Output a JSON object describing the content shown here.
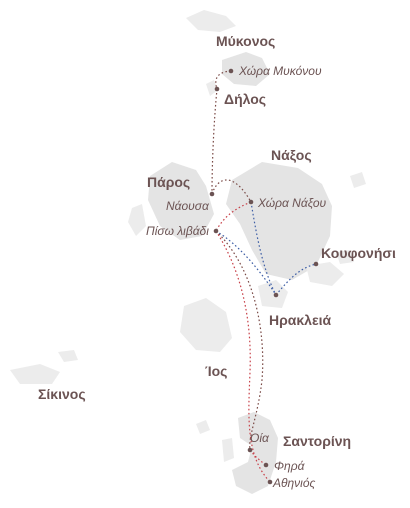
{
  "islands": {
    "mykonos": "Μύκονος",
    "delos": "Δήλος",
    "naxos": "Νάξος",
    "paros": "Πάρος",
    "koufonisi": "Κουφονήσι",
    "iraklia": "Ηρακλειά",
    "ios": "Ίος",
    "sikinos": "Σίκινος",
    "santorini": "Σαντορίνη"
  },
  "towns": {
    "chora_mykonou": "Χώρα Μυκόνου",
    "naousa": "Νάουσα",
    "chora_naxou": "Χώρα Νάξου",
    "piso_livadi": "Πίσω λιβάδι",
    "oia": "Οία",
    "fira": "Φηρά",
    "athinios": "Αθηνιός"
  },
  "colors": {
    "label": "#6b5353",
    "land": "#e4e4e4",
    "route_brown": "#7a4a46",
    "route_red": "#c8424a",
    "route_blue": "#3f5fa6"
  }
}
